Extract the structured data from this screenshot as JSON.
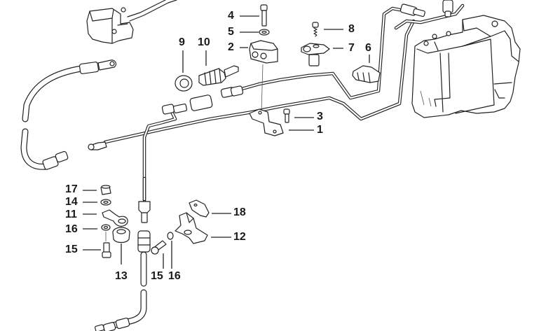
{
  "diagram": {
    "title": "Brake lines / hydraulic unit exploded parts diagram",
    "callouts": [
      {
        "number": "1",
        "part": "bracket"
      },
      {
        "number": "2",
        "part": "pipe clamp block"
      },
      {
        "number": "3",
        "part": "bolt"
      },
      {
        "number": "4",
        "part": "cap screw"
      },
      {
        "number": "5",
        "part": "washer"
      },
      {
        "number": "6",
        "part": "pipe clip"
      },
      {
        "number": "7",
        "part": "pipe holder"
      },
      {
        "number": "8",
        "part": "screw"
      },
      {
        "number": "9",
        "part": "grommet"
      },
      {
        "number": "10",
        "part": "rubber boot"
      },
      {
        "number": "11",
        "part": "strap bracket"
      },
      {
        "number": "12",
        "part": "mounting bracket"
      },
      {
        "number": "13",
        "part": "rubber mount"
      },
      {
        "number": "14",
        "part": "washer"
      },
      {
        "number": "15",
        "part": "cap screw"
      },
      {
        "number": "16",
        "part": "washer"
      },
      {
        "number": "17",
        "part": "nut"
      },
      {
        "number": "18",
        "part": "clip plate"
      }
    ],
    "labels": {
      "l1": "1",
      "l2": "2",
      "l3": "3",
      "l4": "4",
      "l5": "5",
      "l6": "6",
      "l7": "7",
      "l8": "8",
      "l9": "9",
      "l10": "10",
      "l11": "11",
      "l12": "12",
      "l13": "13",
      "l14": "14",
      "l15a": "15",
      "l15b": "15",
      "l16a": "16",
      "l16b": "16",
      "l17": "17",
      "l18": "18"
    }
  }
}
